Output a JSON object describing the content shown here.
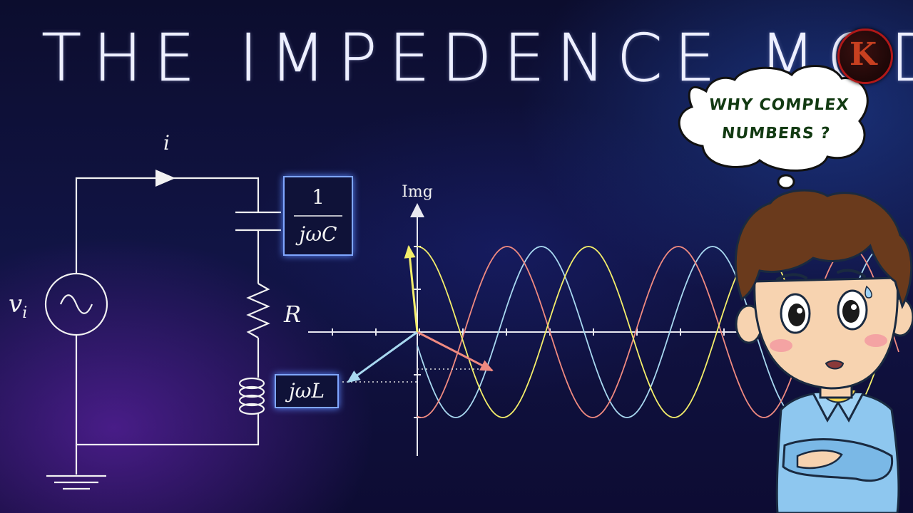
{
  "title": "THE IMPEDENCE MODEL",
  "circuit": {
    "current_label": "i",
    "source_label": "v",
    "source_subscript": "i",
    "capacitor_impedance_numerator": "1",
    "capacitor_impedance_denominator": "jωC",
    "resistor_label": "R",
    "inductor_impedance": "jωL"
  },
  "phasor_plot": {
    "y_axis_label": "Img",
    "colors": {
      "yellow": "#f4ee6a",
      "blue": "#a8d8f0",
      "red": "#f08a80"
    }
  },
  "speech_bubble": {
    "line1": "WHY COMPLEX",
    "line2": "NUMBERS ?"
  },
  "logo": {
    "mark": "K"
  }
}
